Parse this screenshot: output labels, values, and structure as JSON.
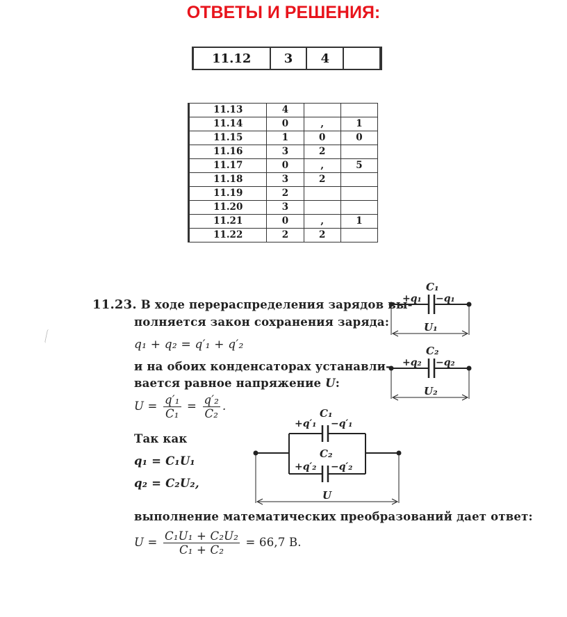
{
  "title": "ОТВЕТЫ И РЕШЕНИЯ:",
  "table1": {
    "rows": [
      [
        "11.12",
        "3",
        "4",
        ""
      ]
    ]
  },
  "table2": {
    "rows": [
      [
        "11.13",
        "4",
        "",
        ""
      ],
      [
        "11.14",
        "0",
        ",",
        "1"
      ],
      [
        "11.15",
        "1",
        "0",
        "0"
      ],
      [
        "11.16",
        "3",
        "2",
        ""
      ],
      [
        "11.17",
        "0",
        ",",
        "5"
      ],
      [
        "11.18",
        "3",
        "2",
        ""
      ],
      [
        "11.19",
        "2",
        "",
        ""
      ],
      [
        "11.20",
        "3",
        "",
        ""
      ],
      [
        "11.21",
        "0",
        ",",
        "1"
      ],
      [
        "11.22",
        "2",
        "2",
        ""
      ]
    ]
  },
  "solution": {
    "number": "11.23.",
    "line1": "В ходе перераспределения зарядов вы-",
    "line2": "полняется закон сохранения заряда:",
    "eq1": "q₁ + q₂ = q′₁ + q′₂",
    "line3": "и на обоих конденсаторах устанавли-",
    "line4": "вается равное напряжение ",
    "line4_var": "U",
    "line4_end": ":",
    "eq2_lhs": "U =",
    "eq2_num1": "q′₁",
    "eq2_den1": "C₁",
    "eq2_eq": "=",
    "eq2_num2": "q′₂",
    "eq2_den2": "C₂",
    "eq2_end": ".",
    "line5": "Так как",
    "eq3": "q₁ = C₁U₁",
    "eq4": "q₂ = C₂U₂,",
    "line6": "выполнение математических преобразований дает ответ:",
    "eq5_lhs": "U =",
    "eq5_num": "C₁U₁ + C₂U₂",
    "eq5_den": "C₁ + C₂",
    "eq5_result": "= 66,7 В."
  },
  "circuit1": {
    "cap": "C₁",
    "plus": "+q₁",
    "minus": "−q₁",
    "voltage": "U₁"
  },
  "circuit2": {
    "cap": "C₂",
    "plus": "+q₂",
    "minus": "−q₂",
    "voltage": "U₂"
  },
  "circuit3": {
    "cap1": "C₁",
    "plus1": "+q′₁",
    "minus1": "−q′₁",
    "cap2": "C₂",
    "plus2": "+q′₂",
    "minus2": "−q′₂",
    "voltage": "U"
  }
}
